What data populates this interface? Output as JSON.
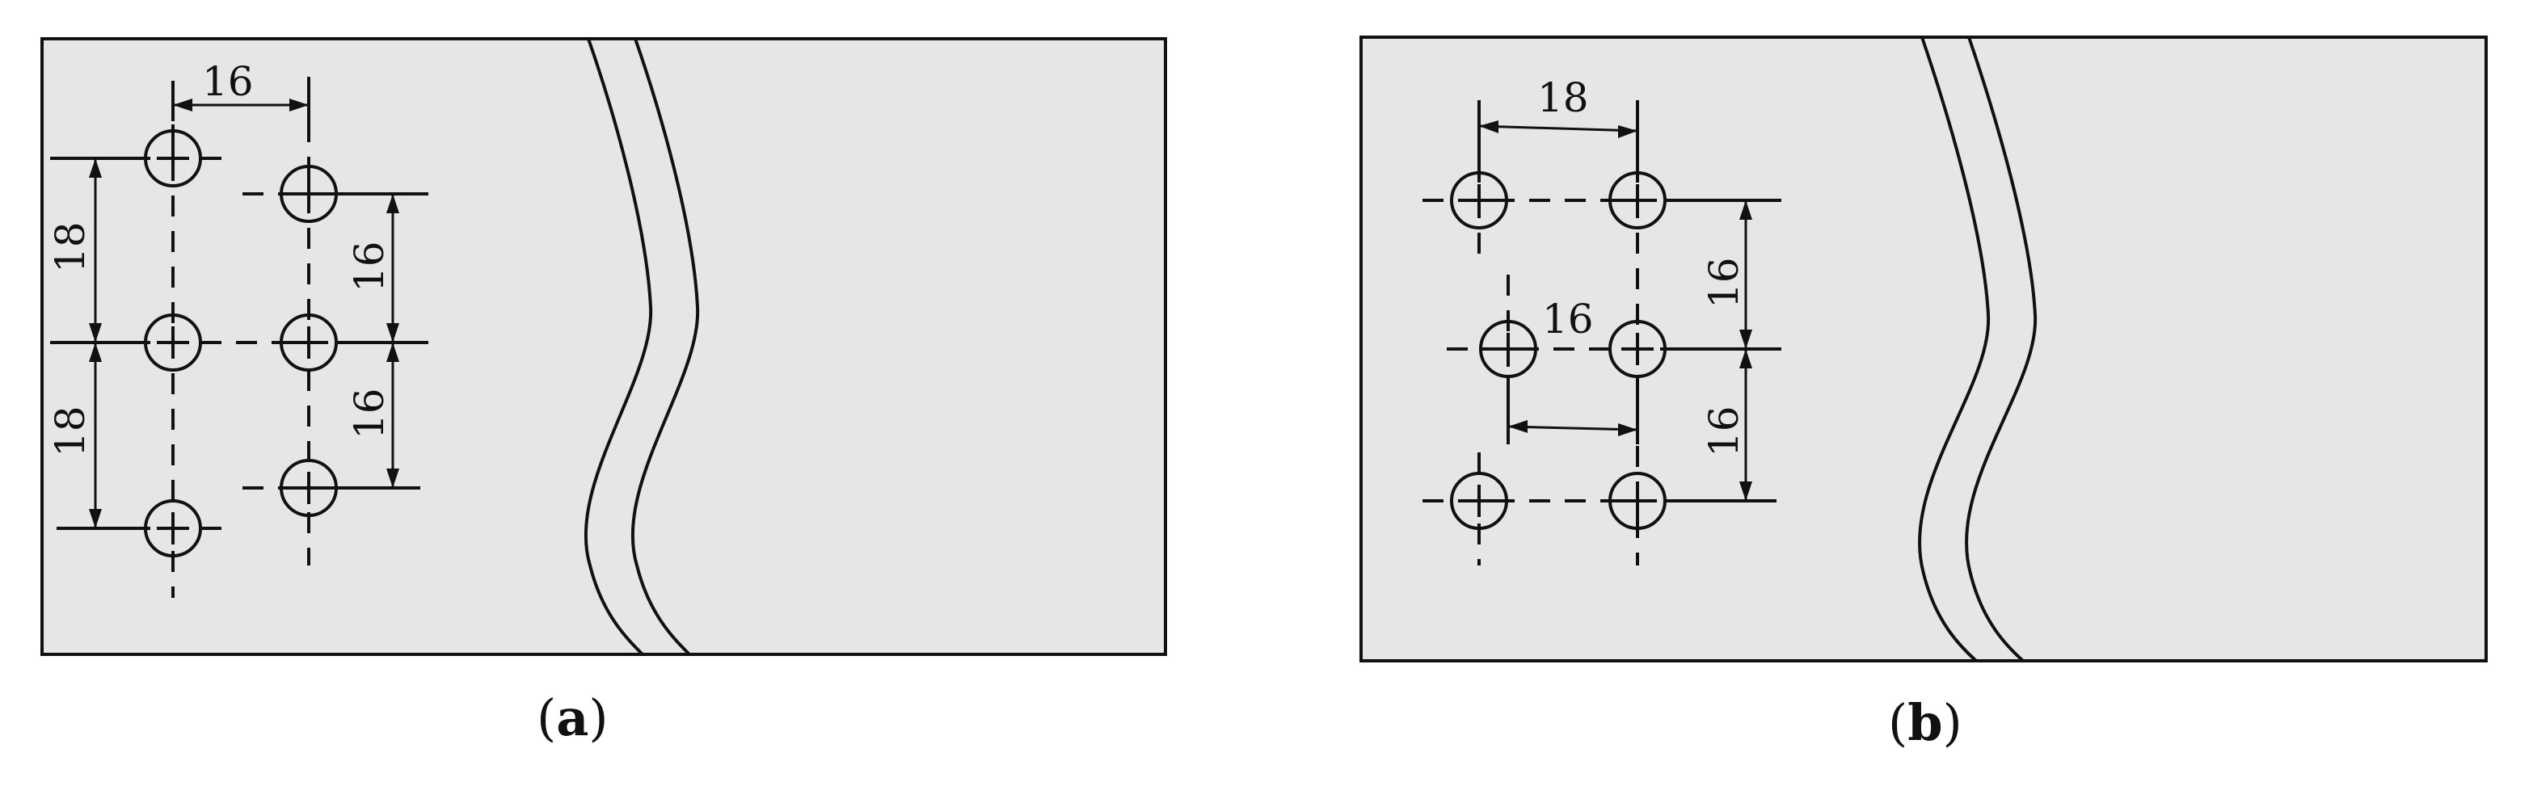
{
  "panels": [
    {
      "id": "a",
      "caption_letter": "a",
      "dims": {
        "top": "16",
        "left_upper": "18",
        "left_lower": "18",
        "right_upper": "16",
        "right_lower": "16"
      }
    },
    {
      "id": "b",
      "caption_letter": "b",
      "dims": {
        "top": "18",
        "middle": "16",
        "right_upper": "16",
        "right_lower": "16"
      }
    }
  ],
  "colors": {
    "background": "#e6e6e6",
    "line": "#111111"
  }
}
